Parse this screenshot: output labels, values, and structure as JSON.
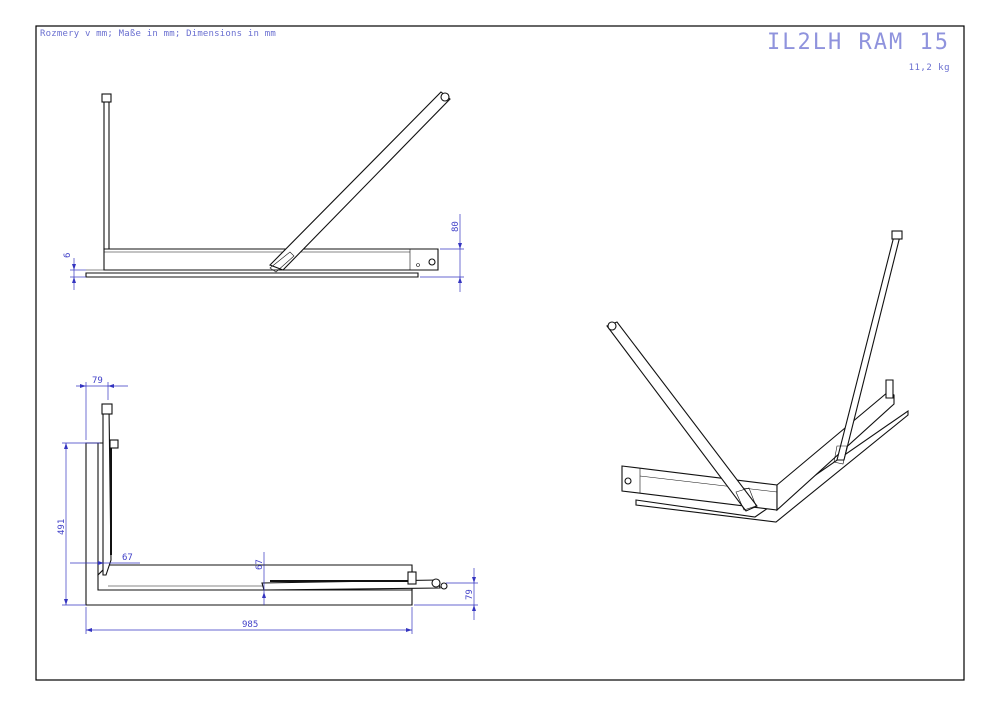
{
  "header": {
    "units_note": "Rozmery v mm; Maße in mm; Dimensions in mm",
    "product_title": "IL2LH RAM 15",
    "weight": "11,2 kg"
  },
  "dimensions": {
    "side_plate_thickness": "6",
    "side_height": "80",
    "top_flange_width": "79",
    "top_depth": "491",
    "top_bar_offset": "67",
    "top_bar_offset_2": "67",
    "top_right_height": "79",
    "top_length": "985"
  },
  "colors": {
    "frame": "#000000",
    "dimension": "#3434c0",
    "header_text": "#6a6fd0"
  }
}
